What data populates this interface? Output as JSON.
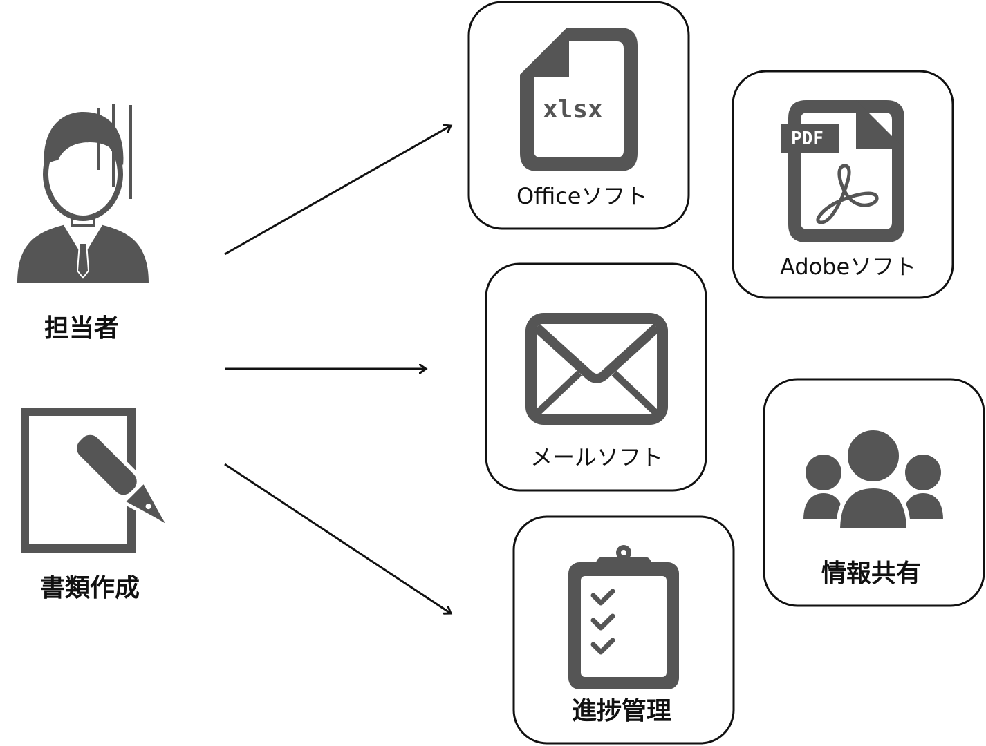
{
  "left": {
    "person_label": "担当者",
    "document_label": "書類作成"
  },
  "tools": {
    "office": {
      "label": "Officeソフト",
      "file_tag": "xlsx"
    },
    "adobe": {
      "label": "Adobeソフト",
      "file_tag": "PDF"
    },
    "mail": {
      "label": "メールソフト"
    },
    "progress": {
      "label": "進捗管理"
    },
    "share": {
      "label": "情報共有"
    }
  },
  "colors": {
    "icon": "#555555",
    "line": "#111111",
    "background": "#ffffff"
  },
  "icons": [
    "person-icon",
    "document-pen-icon",
    "xlsx-file-icon",
    "pdf-file-icon",
    "envelope-icon",
    "clipboard-checklist-icon",
    "group-users-icon"
  ]
}
